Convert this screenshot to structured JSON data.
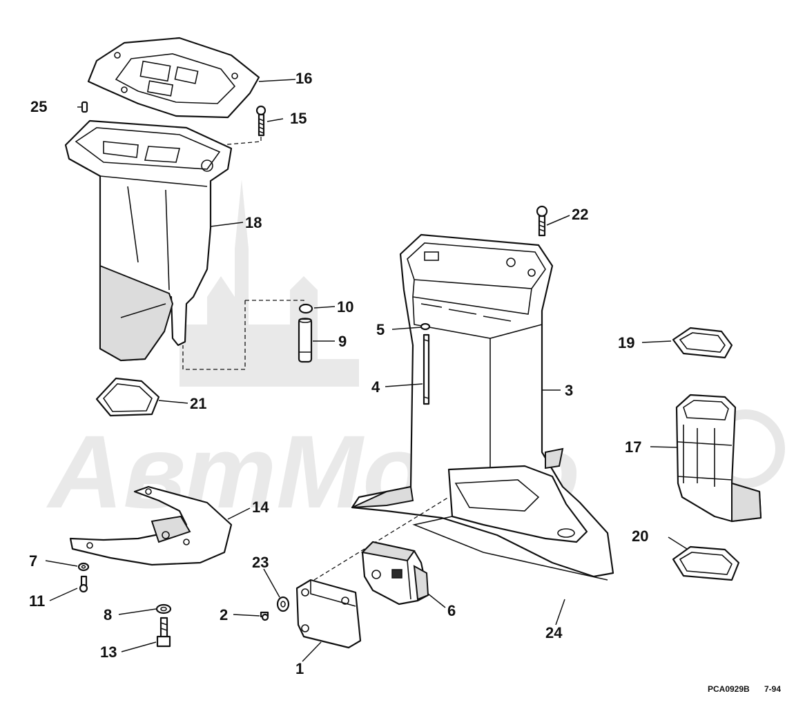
{
  "diagram": {
    "callouts": [
      {
        "id": "c1",
        "label": "1"
      },
      {
        "id": "c2",
        "label": "2"
      },
      {
        "id": "c3",
        "label": "3"
      },
      {
        "id": "c4",
        "label": "4"
      },
      {
        "id": "c5",
        "label": "5"
      },
      {
        "id": "c6",
        "label": "6"
      },
      {
        "id": "c7",
        "label": "7"
      },
      {
        "id": "c8",
        "label": "8"
      },
      {
        "id": "c9",
        "label": "9"
      },
      {
        "id": "c10",
        "label": "10"
      },
      {
        "id": "c11",
        "label": "11"
      },
      {
        "id": "c13",
        "label": "13"
      },
      {
        "id": "c14",
        "label": "14"
      },
      {
        "id": "c15",
        "label": "15"
      },
      {
        "id": "c16",
        "label": "16"
      },
      {
        "id": "c17",
        "label": "17"
      },
      {
        "id": "c18",
        "label": "18"
      },
      {
        "id": "c19",
        "label": "19"
      },
      {
        "id": "c20",
        "label": "20"
      },
      {
        "id": "c21",
        "label": "21"
      },
      {
        "id": "c22",
        "label": "22"
      },
      {
        "id": "c23",
        "label": "23"
      },
      {
        "id": "c24",
        "label": "24"
      },
      {
        "id": "c25",
        "label": "25"
      }
    ],
    "footer_code": "PCA0929B",
    "footer_date": "7-94",
    "watermark": "АвтМото"
  }
}
